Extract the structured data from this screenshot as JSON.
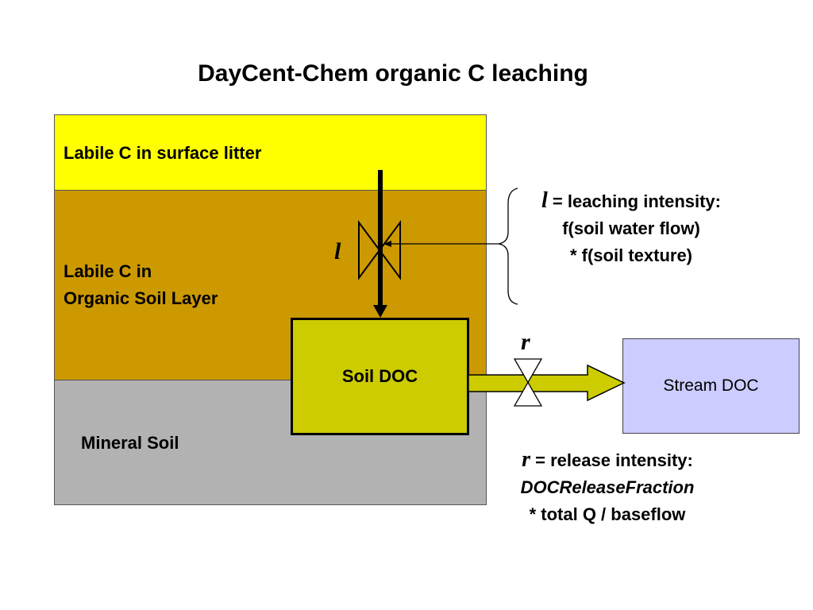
{
  "title": "DayCent-Chem organic C leaching",
  "layers": {
    "litter": {
      "label": "Labile C in surface litter",
      "color": "#FFFF00"
    },
    "organic": {
      "label_line1": "Labile C in",
      "label_line2": "Organic Soil Layer",
      "color": "#CC9900"
    },
    "mineral": {
      "label": "Mineral Soil",
      "color": "#B2B2B2"
    }
  },
  "boxes": {
    "soil_doc": {
      "label": "Soil DOC",
      "color": "#CCCC00"
    },
    "stream_doc": {
      "label": "Stream DOC",
      "color": "#CCCCFF"
    }
  },
  "symbols": {
    "leaching": "l",
    "release": "r"
  },
  "notes": {
    "leaching": {
      "symbol": "l",
      "line1_rest": " = leaching intensity:",
      "line2": "f(soil water flow)",
      "line3": "* f(soil texture)"
    },
    "release": {
      "symbol": "r",
      "line1_rest": " = release intensity:",
      "line2": "DOCReleaseFraction",
      "line3": "* total Q / baseflow"
    }
  },
  "colors": {
    "flow_arrow": "#CCCC00"
  }
}
